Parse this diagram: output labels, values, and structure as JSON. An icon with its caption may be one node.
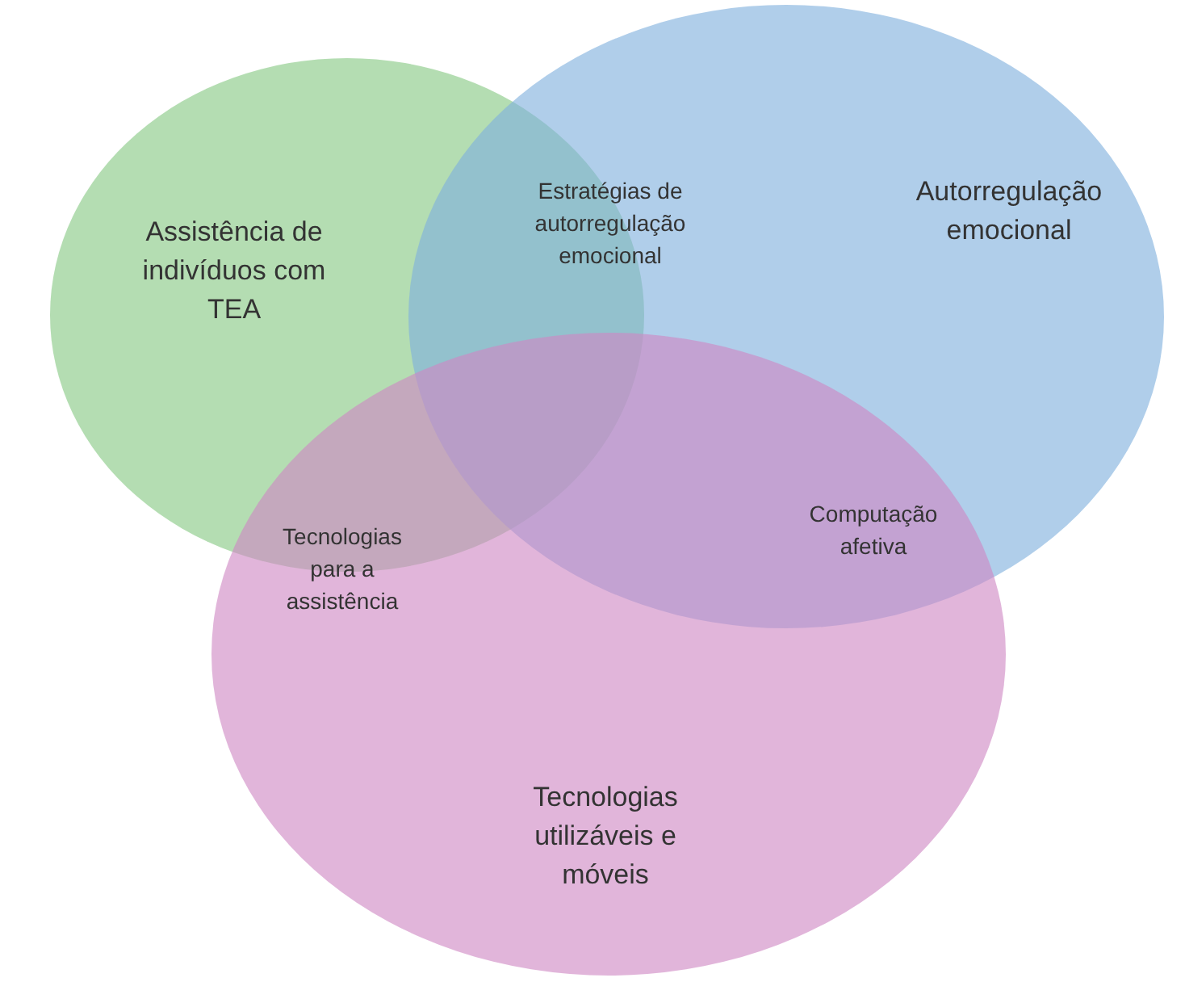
{
  "diagram": {
    "nodes": [
      {
        "text": [
          "Assistência de indivíduos com TEA"
        ]
      },
      {
        "text": [
          "Autorregulação emocional"
        ]
      },
      {
        "text": [
          "Tecnologias utilizáveis e móveis"
        ]
      }
    ],
    "labels": [
      "Estratégias de autorregulação emocional",
      "Tecnologias para a assistência",
      "Computação afetiva"
    ]
  }
}
